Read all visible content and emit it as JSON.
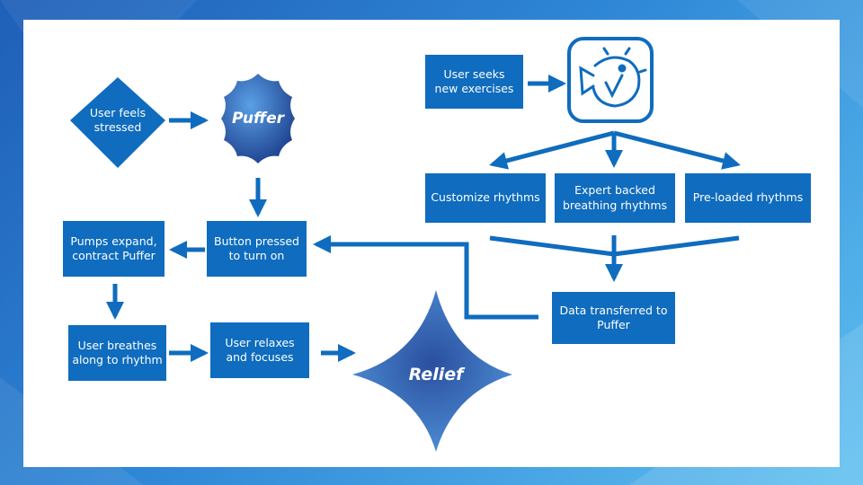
{
  "nodes": {
    "stressed": "User feels\nstressed",
    "puffer": "Puffer",
    "seeks": "User seeks\nnew exercises",
    "customize": "Customize rhythms",
    "expert": "Expert backed\nbreathing rhythms",
    "preloaded": "Pre-loaded rhythms",
    "pumps": "Pumps expand,\ncontract Puffer",
    "button": "Button pressed\nto turn on",
    "transferred": "Data transferred to\nPuffer",
    "breathes": "User breathes\nalong to rhythm",
    "relaxes": "User relaxes\nand focuses",
    "relief": "Relief"
  },
  "app_icon": "puffer-fish-app-icon",
  "colors": {
    "box": "#0f6cbe",
    "arrow": "#0f6cbe",
    "shape_light": "#4a90d9",
    "shape_dark": "#1c3f8a"
  }
}
